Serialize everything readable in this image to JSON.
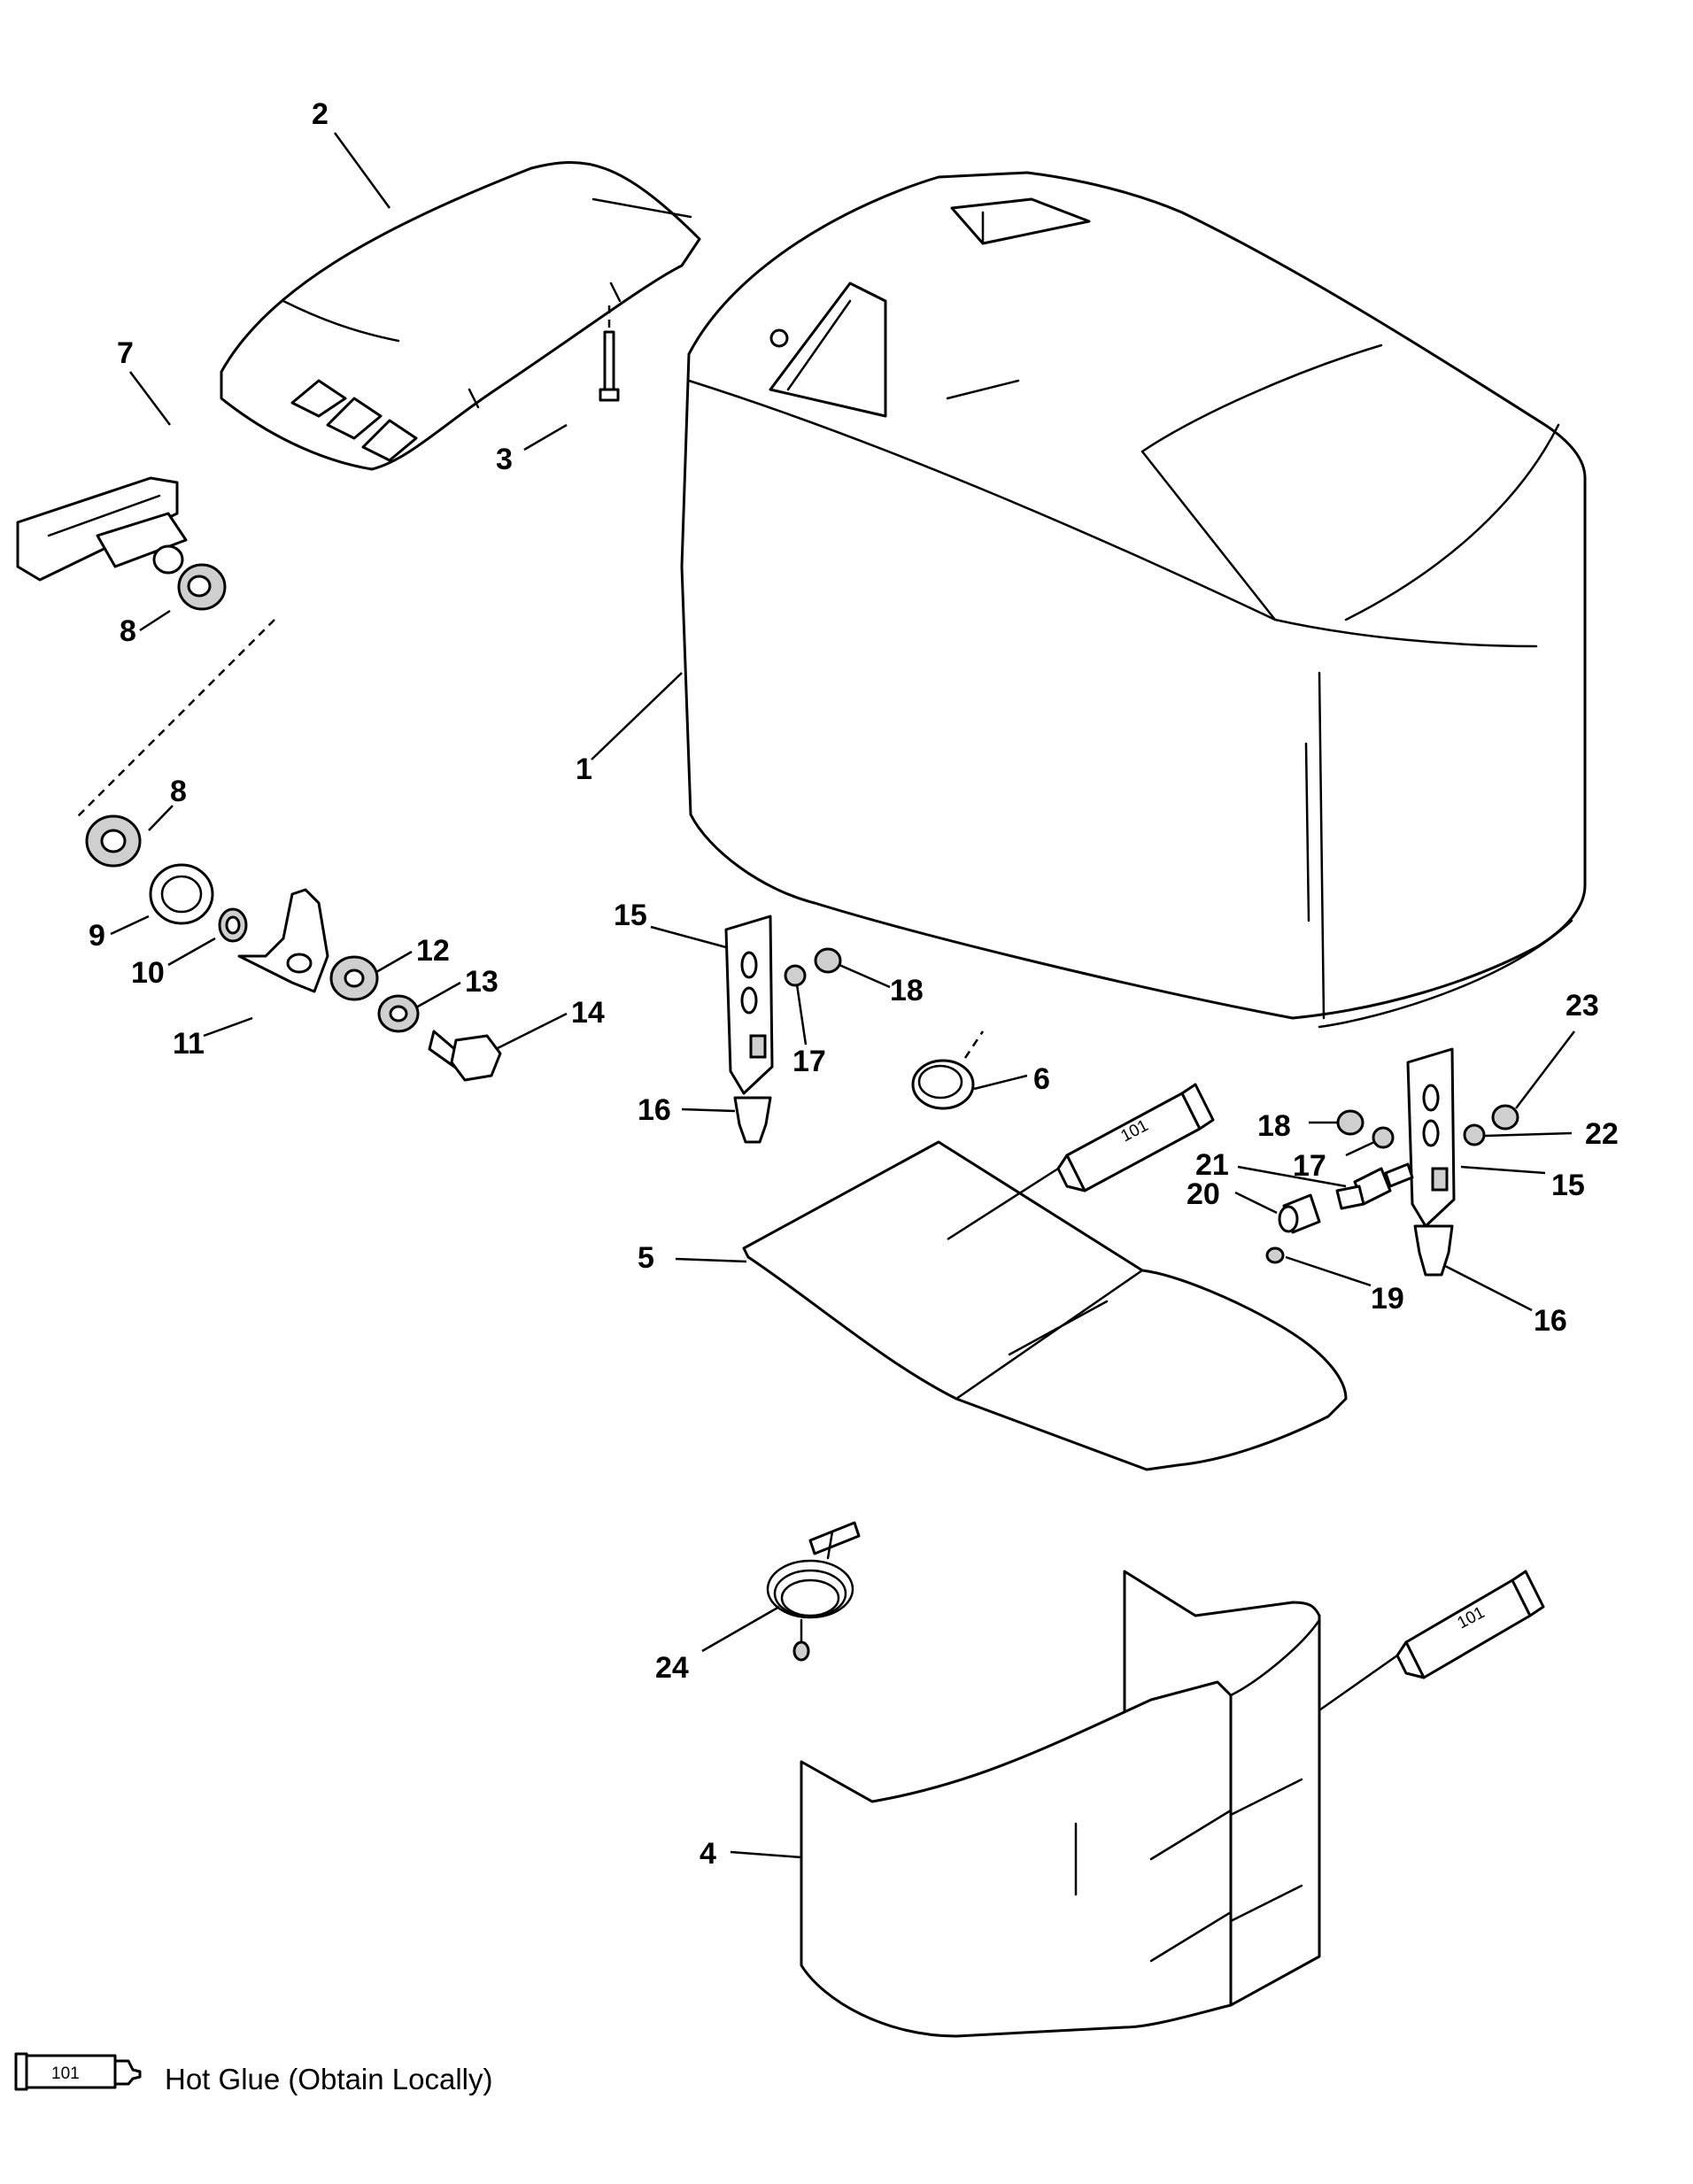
{
  "callouts": {
    "c1": "1",
    "c2": "2",
    "c3": "3",
    "c4": "4",
    "c5": "5",
    "c6": "6",
    "c7": "7",
    "c8a": "8",
    "c8b": "8",
    "c9": "9",
    "c10": "10",
    "c11": "11",
    "c12": "12",
    "c13": "13",
    "c14": "14",
    "c15a": "15",
    "c15b": "15",
    "c16a": "16",
    "c16b": "16",
    "c17a": "17",
    "c17b": "17",
    "c18a": "18",
    "c18b": "18",
    "c19": "19",
    "c20": "20",
    "c21": "21",
    "c22": "22",
    "c23": "23",
    "c24": "24"
  },
  "tube_label": "101",
  "legend": {
    "code": "101",
    "text": "Hot Glue (Obtain Locally)"
  }
}
